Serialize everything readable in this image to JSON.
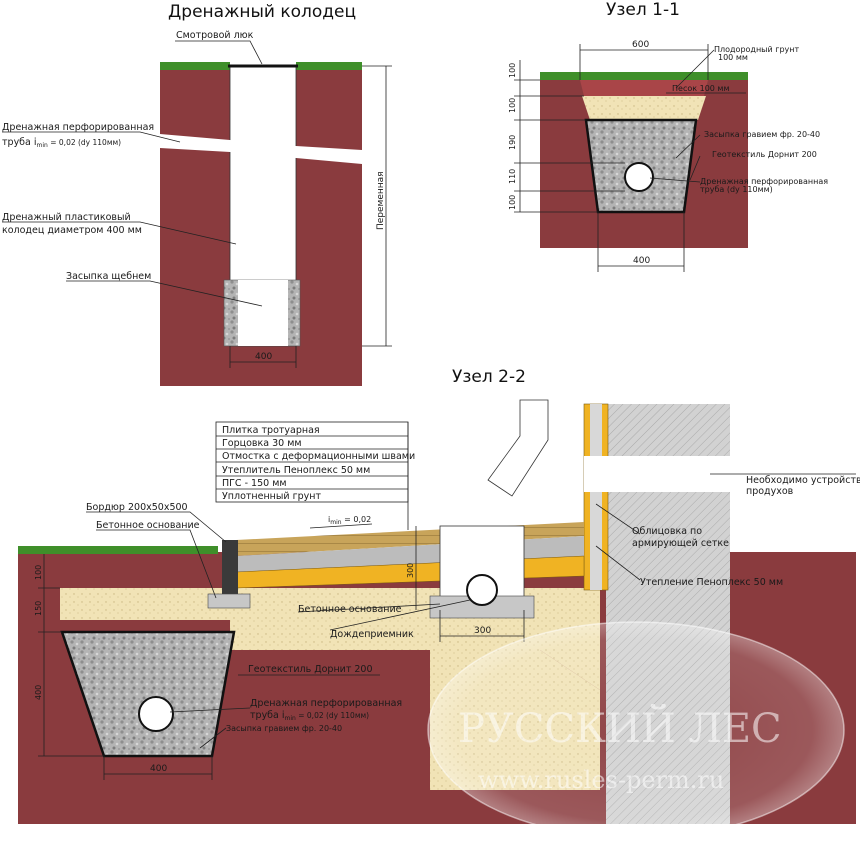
{
  "titles": {
    "well": "Дренажный колодец",
    "node11": "Узел 1-1",
    "node22": "Узел 2-2"
  },
  "well": {
    "hatch": "Смотровой люк",
    "pipe_line1": "Дренажная перфорированная",
    "pipe_line2": "труба i",
    "pipe_sub": "min",
    "pipe_line2b": " = 0,02 (dy 110мм)",
    "well_line1": "Дренажный пластиковый",
    "well_line2": "колодец диаметром 400 мм",
    "backfill": "Засыпка щебнем",
    "dim_width": "400",
    "dim_variable": "Переменная"
  },
  "node11": {
    "topsoil_line1": "Плодородный грунт",
    "topsoil_line2": "100 мм",
    "sand": "Песок 100 мм",
    "gravel": "Засыпка гравием фр. 20-40",
    "geotextile": "Геотекстиль Дорнит 200",
    "pipe_line1": "Дренажная перфорированная",
    "pipe_line2": "труба (dy 110мм)",
    "dim_top": "600",
    "dim_bottom": "400",
    "dims_vertical": [
      "100",
      "100",
      "190",
      "110",
      "100"
    ]
  },
  "node22": {
    "layers": [
      "Плитка тротуарная",
      "Горцовка 30 мм",
      "Отмостка с деформационными швами",
      "Утеплитель Пеноплекс 50 мм",
      "ПГС - 150 мм",
      "Уплотненный грунт"
    ],
    "curb": "Бордюр 200х50х500",
    "concrete_base": "Бетонное основание",
    "slope": "i",
    "slope_sub": "min",
    "slope_val": " = 0,02",
    "concrete_base2": "Бетонное основание",
    "rain_inlet": "Дождеприемник",
    "vents_line1": "Необходимо устройство",
    "vents_line2": "продухов",
    "cladding_line1": "Облицовка по",
    "cladding_line2": "армирующей сетке",
    "insulation": "Утепление Пеноплекс 50 мм",
    "geotextile": "Геотекстиль Дорнит 200",
    "pipe_line1": "Дренажная перфорированная",
    "pipe_line2": "труба i",
    "pipe_sub": "min",
    "pipe_line2b": " = 0,02 (dy 110мм)",
    "gravel": "Засыпка гравием фр. 20-40",
    "dim_300_inlet": "300",
    "dim_300_height": "300",
    "dim_400_bottom": "400",
    "dims_vertical": [
      "100",
      "150",
      "400"
    ]
  },
  "watermark": {
    "brand": "РУССКИЙ ЛЕС",
    "url": "www.rusles-perm.ru"
  },
  "colors": {
    "soil": "#8a3b3e",
    "sand": "#f1e2b4",
    "gravel": "#b9b9b9",
    "insulation": "#f0b323",
    "concrete": "#c7c7c7",
    "grass": "#3f8f2a",
    "paving": "#c9a35a"
  }
}
